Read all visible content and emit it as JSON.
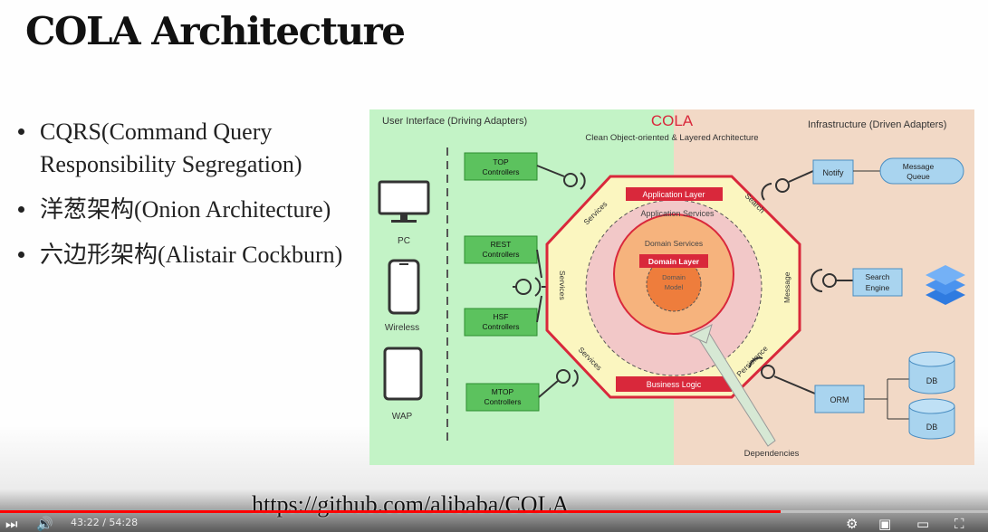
{
  "slide": {
    "title": "COLA Architecture",
    "bullets": [
      "CQRS(Command Query Responsibility Segregation)",
      "洋葱架构(Onion Architecture)",
      "六边形架构(Alistair Cockburn)"
    ],
    "url": "https://github.com/alibaba/COLA"
  },
  "diagram": {
    "left_header": "User Interface (Driving Adapters)",
    "right_header": "Infrastructure (Driven Adapters)",
    "title": "COLA",
    "subtitle": "Clean Object-oriented & Layered Architecture",
    "devices": [
      "PC",
      "Wireless",
      "WAP"
    ],
    "controllers": [
      [
        "TOP",
        "Controllers"
      ],
      [
        "REST",
        "Controllers"
      ],
      [
        "HSF",
        "Controllers"
      ],
      [
        "MTOP",
        "Controllers"
      ]
    ],
    "layers": {
      "application_layer": "Application Layer",
      "application_services": "Application Services",
      "domain_services": "Domain Services",
      "domain_layer": "Domain Layer",
      "domain_model": [
        "Domain",
        "Model"
      ],
      "business_logic": "Business Logic"
    },
    "edge_labels": {
      "services": "Services",
      "search": "Search",
      "message": "Message",
      "persistence": "Persistence"
    },
    "adapters": {
      "notify": "Notify",
      "message_queue": [
        "Message",
        "Queue"
      ],
      "search_engine": [
        "Search",
        "Engine"
      ],
      "orm": "ORM",
      "db": "DB"
    },
    "dependencies": "Dependencies",
    "colors": {
      "left_bg": "#c3f3c6",
      "right_bg": "#f2d9c6",
      "accent_red": "#d9283b",
      "controller_green": "#5cc25e",
      "infra_blue": "#a9d4ef"
    }
  },
  "player": {
    "time": "43:22 / 54:28",
    "progress": 0.79
  }
}
